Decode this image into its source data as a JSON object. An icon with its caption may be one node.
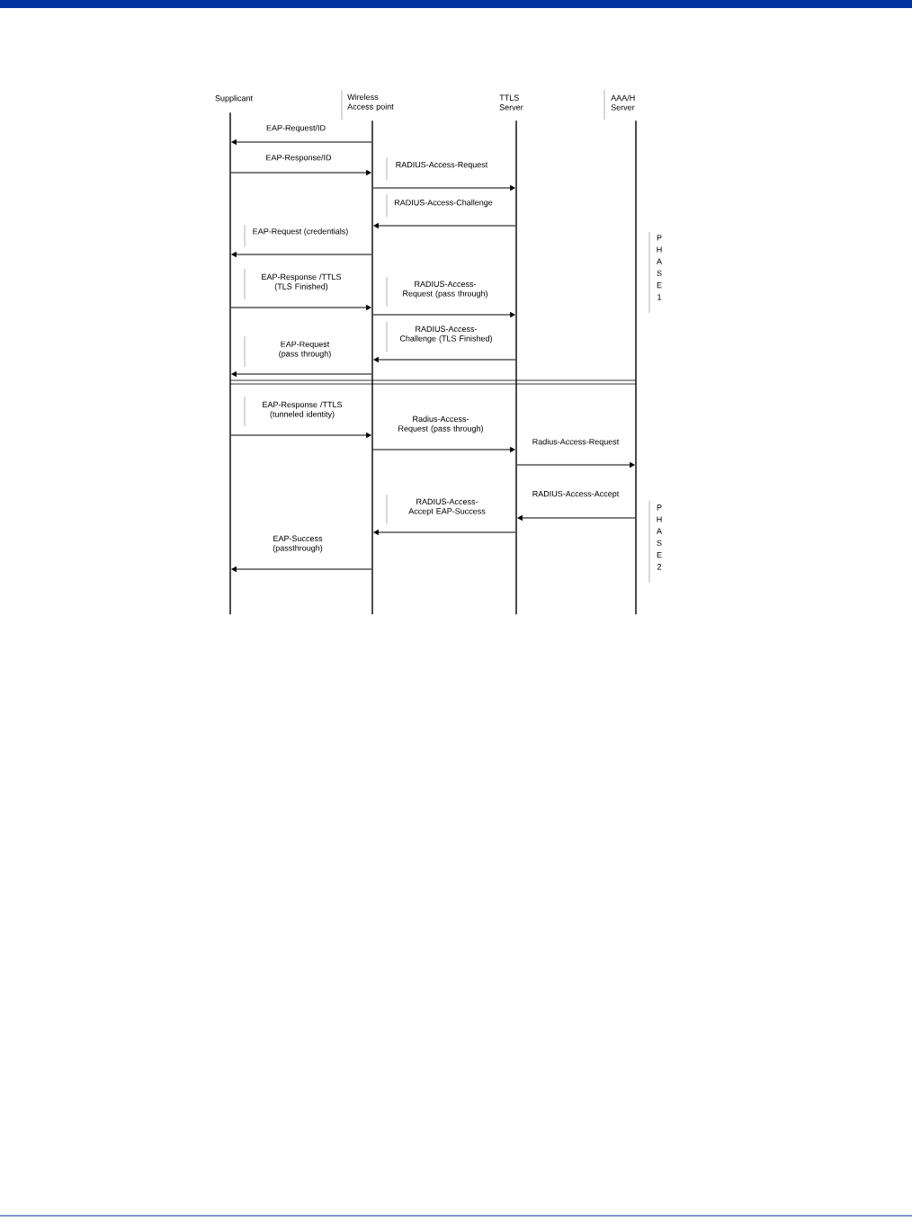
{
  "diagram": {
    "nodes": [
      {
        "text": [
          "Supplicant"
        ]
      },
      {
        "text": [
          "Wireless Access point"
        ]
      },
      {
        "text": [
          "TTLS Server"
        ]
      },
      {
        "text": [
          "AAA/H Server"
        ]
      }
    ],
    "edges": [
      {
        "from": 1,
        "to": 0,
        "arrow": "to",
        "label": "EAP-Request/ID"
      },
      {
        "from": 0,
        "to": 1,
        "arrow": "to",
        "label": "EAP-Response/ID"
      },
      {
        "from": 1,
        "to": 2,
        "arrow": "to",
        "label": "RADIUS-Access-Request"
      },
      {
        "from": 2,
        "to": 1,
        "arrow": "to",
        "label": "RADIUS-Access-Challenge"
      },
      {
        "from": 1,
        "to": 0,
        "arrow": "to",
        "label": "EAP-Request (credentials)"
      },
      {
        "from": 0,
        "to": 1,
        "arrow": "to",
        "label": "EAP-Response /TTLS (TLS Finished)"
      },
      {
        "from": 1,
        "to": 2,
        "arrow": "to",
        "label": "RADIUS-Access-Request (pass through)"
      },
      {
        "from": 2,
        "to": 1,
        "arrow": "to",
        "label": "RADIUS-Access-Challenge (TLS Finished)"
      },
      {
        "from": 1,
        "to": 0,
        "arrow": "to",
        "label": "EAP-Request (pass through)"
      },
      {
        "from": 0,
        "to": 1,
        "arrow": "to",
        "label": "EAP-Response /TTLS (tunneled identity)"
      },
      {
        "from": 1,
        "to": 2,
        "arrow": "to",
        "label": "Radius-Access-Request (pass through)"
      },
      {
        "from": 2,
        "to": 3,
        "arrow": "to",
        "label": "Radius-Access-Request"
      },
      {
        "from": 3,
        "to": 2,
        "arrow": "to",
        "label": "RADIUS-Access-Accept"
      },
      {
        "from": 2,
        "to": 1,
        "arrow": "to",
        "label": "RADIUS-Access-Accept EAP-Success"
      },
      {
        "from": 1,
        "to": 0,
        "arrow": "to",
        "label": "EAP-Success (passthrough)"
      }
    ],
    "labels": [
      "PHASE 1",
      "PHASE 2"
    ]
  }
}
